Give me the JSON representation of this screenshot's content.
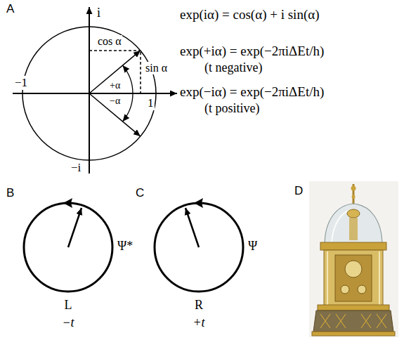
{
  "diagram": {
    "labels": [
      "A",
      "i",
      "cos α",
      "sin α",
      "−1",
      "+α",
      "−α",
      "1",
      "−i",
      "exp(iα) = cos(α) + i sin(α)",
      "exp(+iα) = exp(−2πiΔEt/h)",
      "(t negative)",
      "exp(−iα) = exp(−2πiΔEt/h)",
      "(t positive)",
      "B",
      "Ψ*",
      "L",
      "−t",
      "C",
      "Ψ",
      "R",
      "+t",
      "D"
    ]
  }
}
